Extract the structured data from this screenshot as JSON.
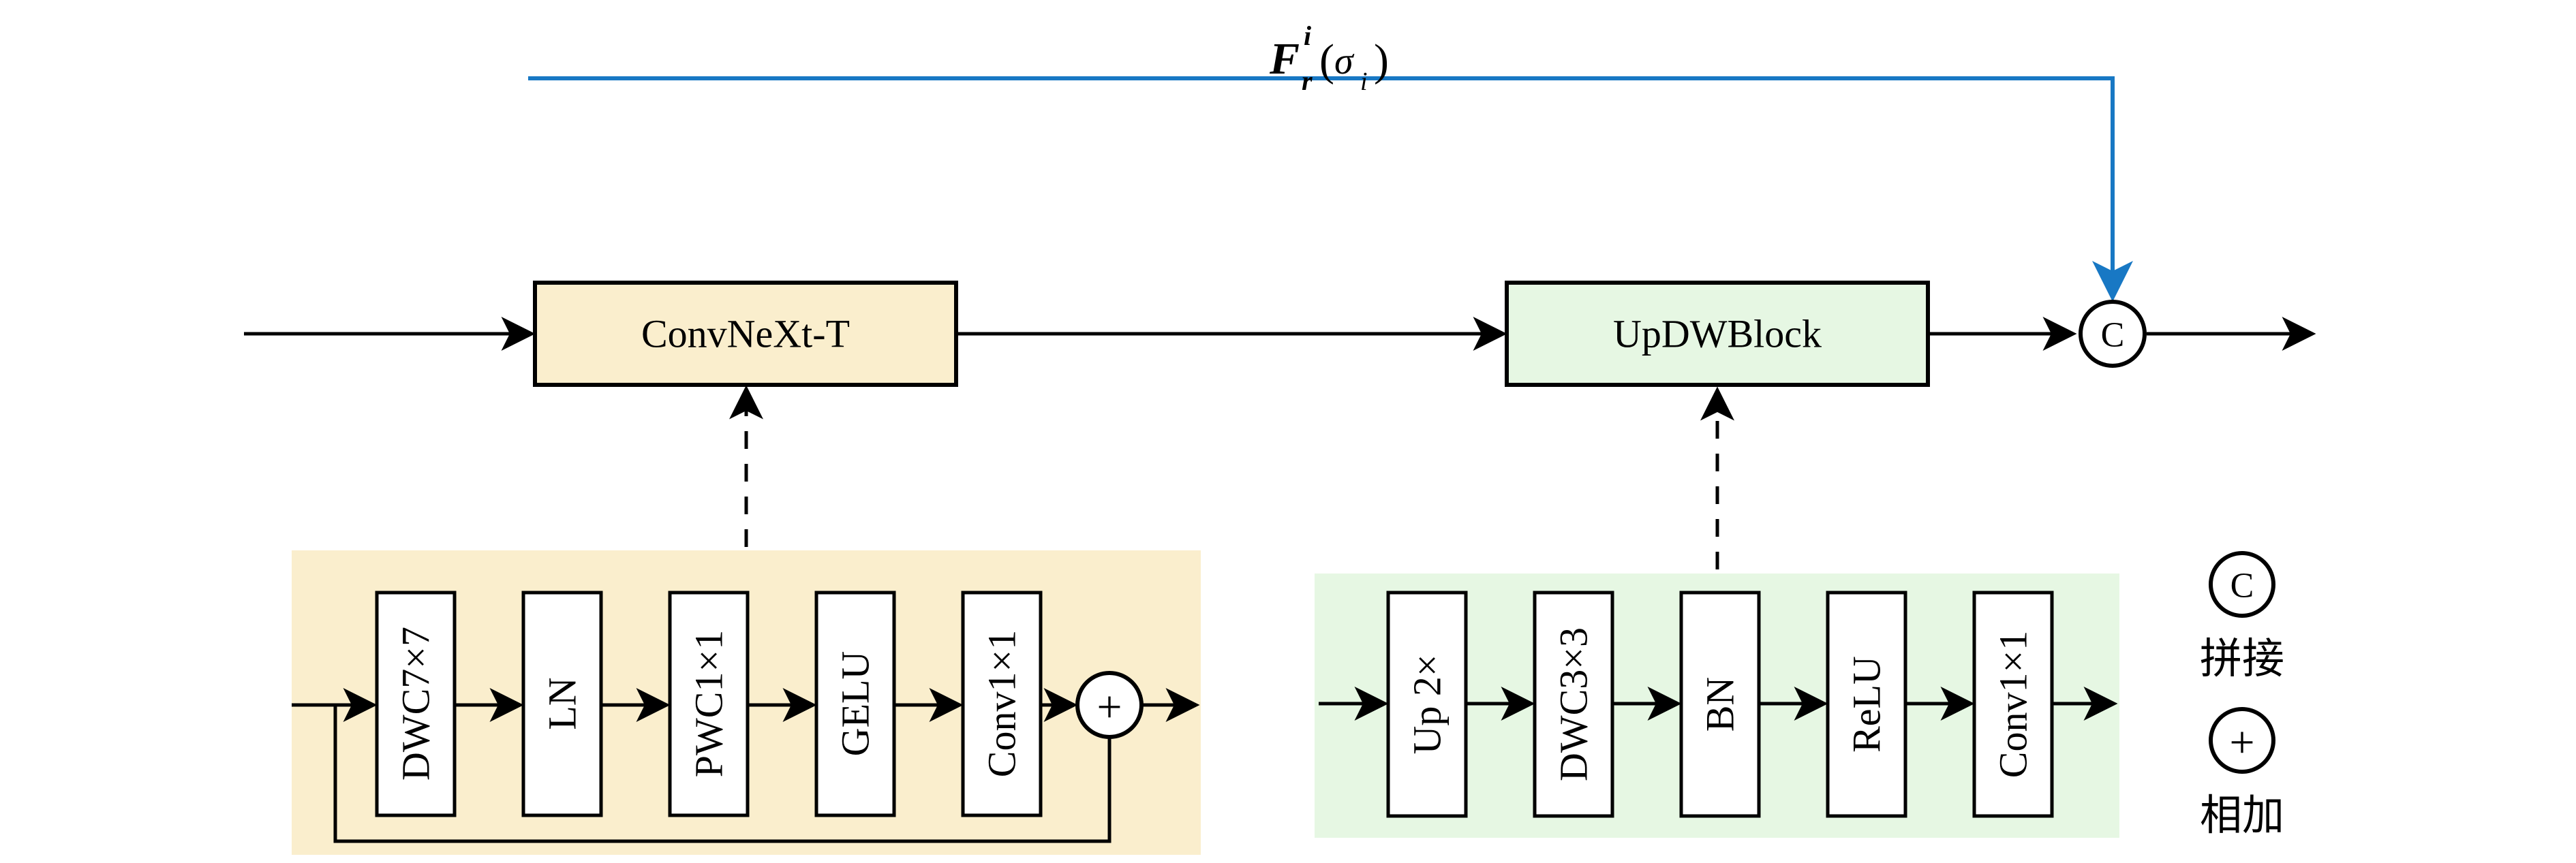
{
  "main_flow": {
    "block1": "ConvNeXt-T",
    "block2": "UpDWBlock",
    "concat_symbol": "C"
  },
  "skip_connection_label": {
    "f": "F",
    "superscript": "i",
    "subscript": "r",
    "open_paren": "(",
    "sigma": "σ",
    "sigma_subscript": "i",
    "close_paren": ")"
  },
  "convnext_block_detail": {
    "layers": [
      "DWC7×7",
      "LN",
      "PWC1×1",
      "GELU",
      "Conv1×1"
    ],
    "add_symbol": "+"
  },
  "updw_block_detail": {
    "layers": [
      "Up 2×",
      "DWC3×3",
      "BN",
      "ReLU",
      "Conv1×1"
    ]
  },
  "legend": {
    "concat": {
      "symbol": "C",
      "label": "拼接"
    },
    "add": {
      "symbol": "+",
      "label": "相加"
    }
  },
  "colors": {
    "convnext_fill": "#FAEECD",
    "updw_fill": "#E6F7E3",
    "skip_line": "#1878C4",
    "line": "#000000",
    "box_fill": "#FFFFFF"
  }
}
